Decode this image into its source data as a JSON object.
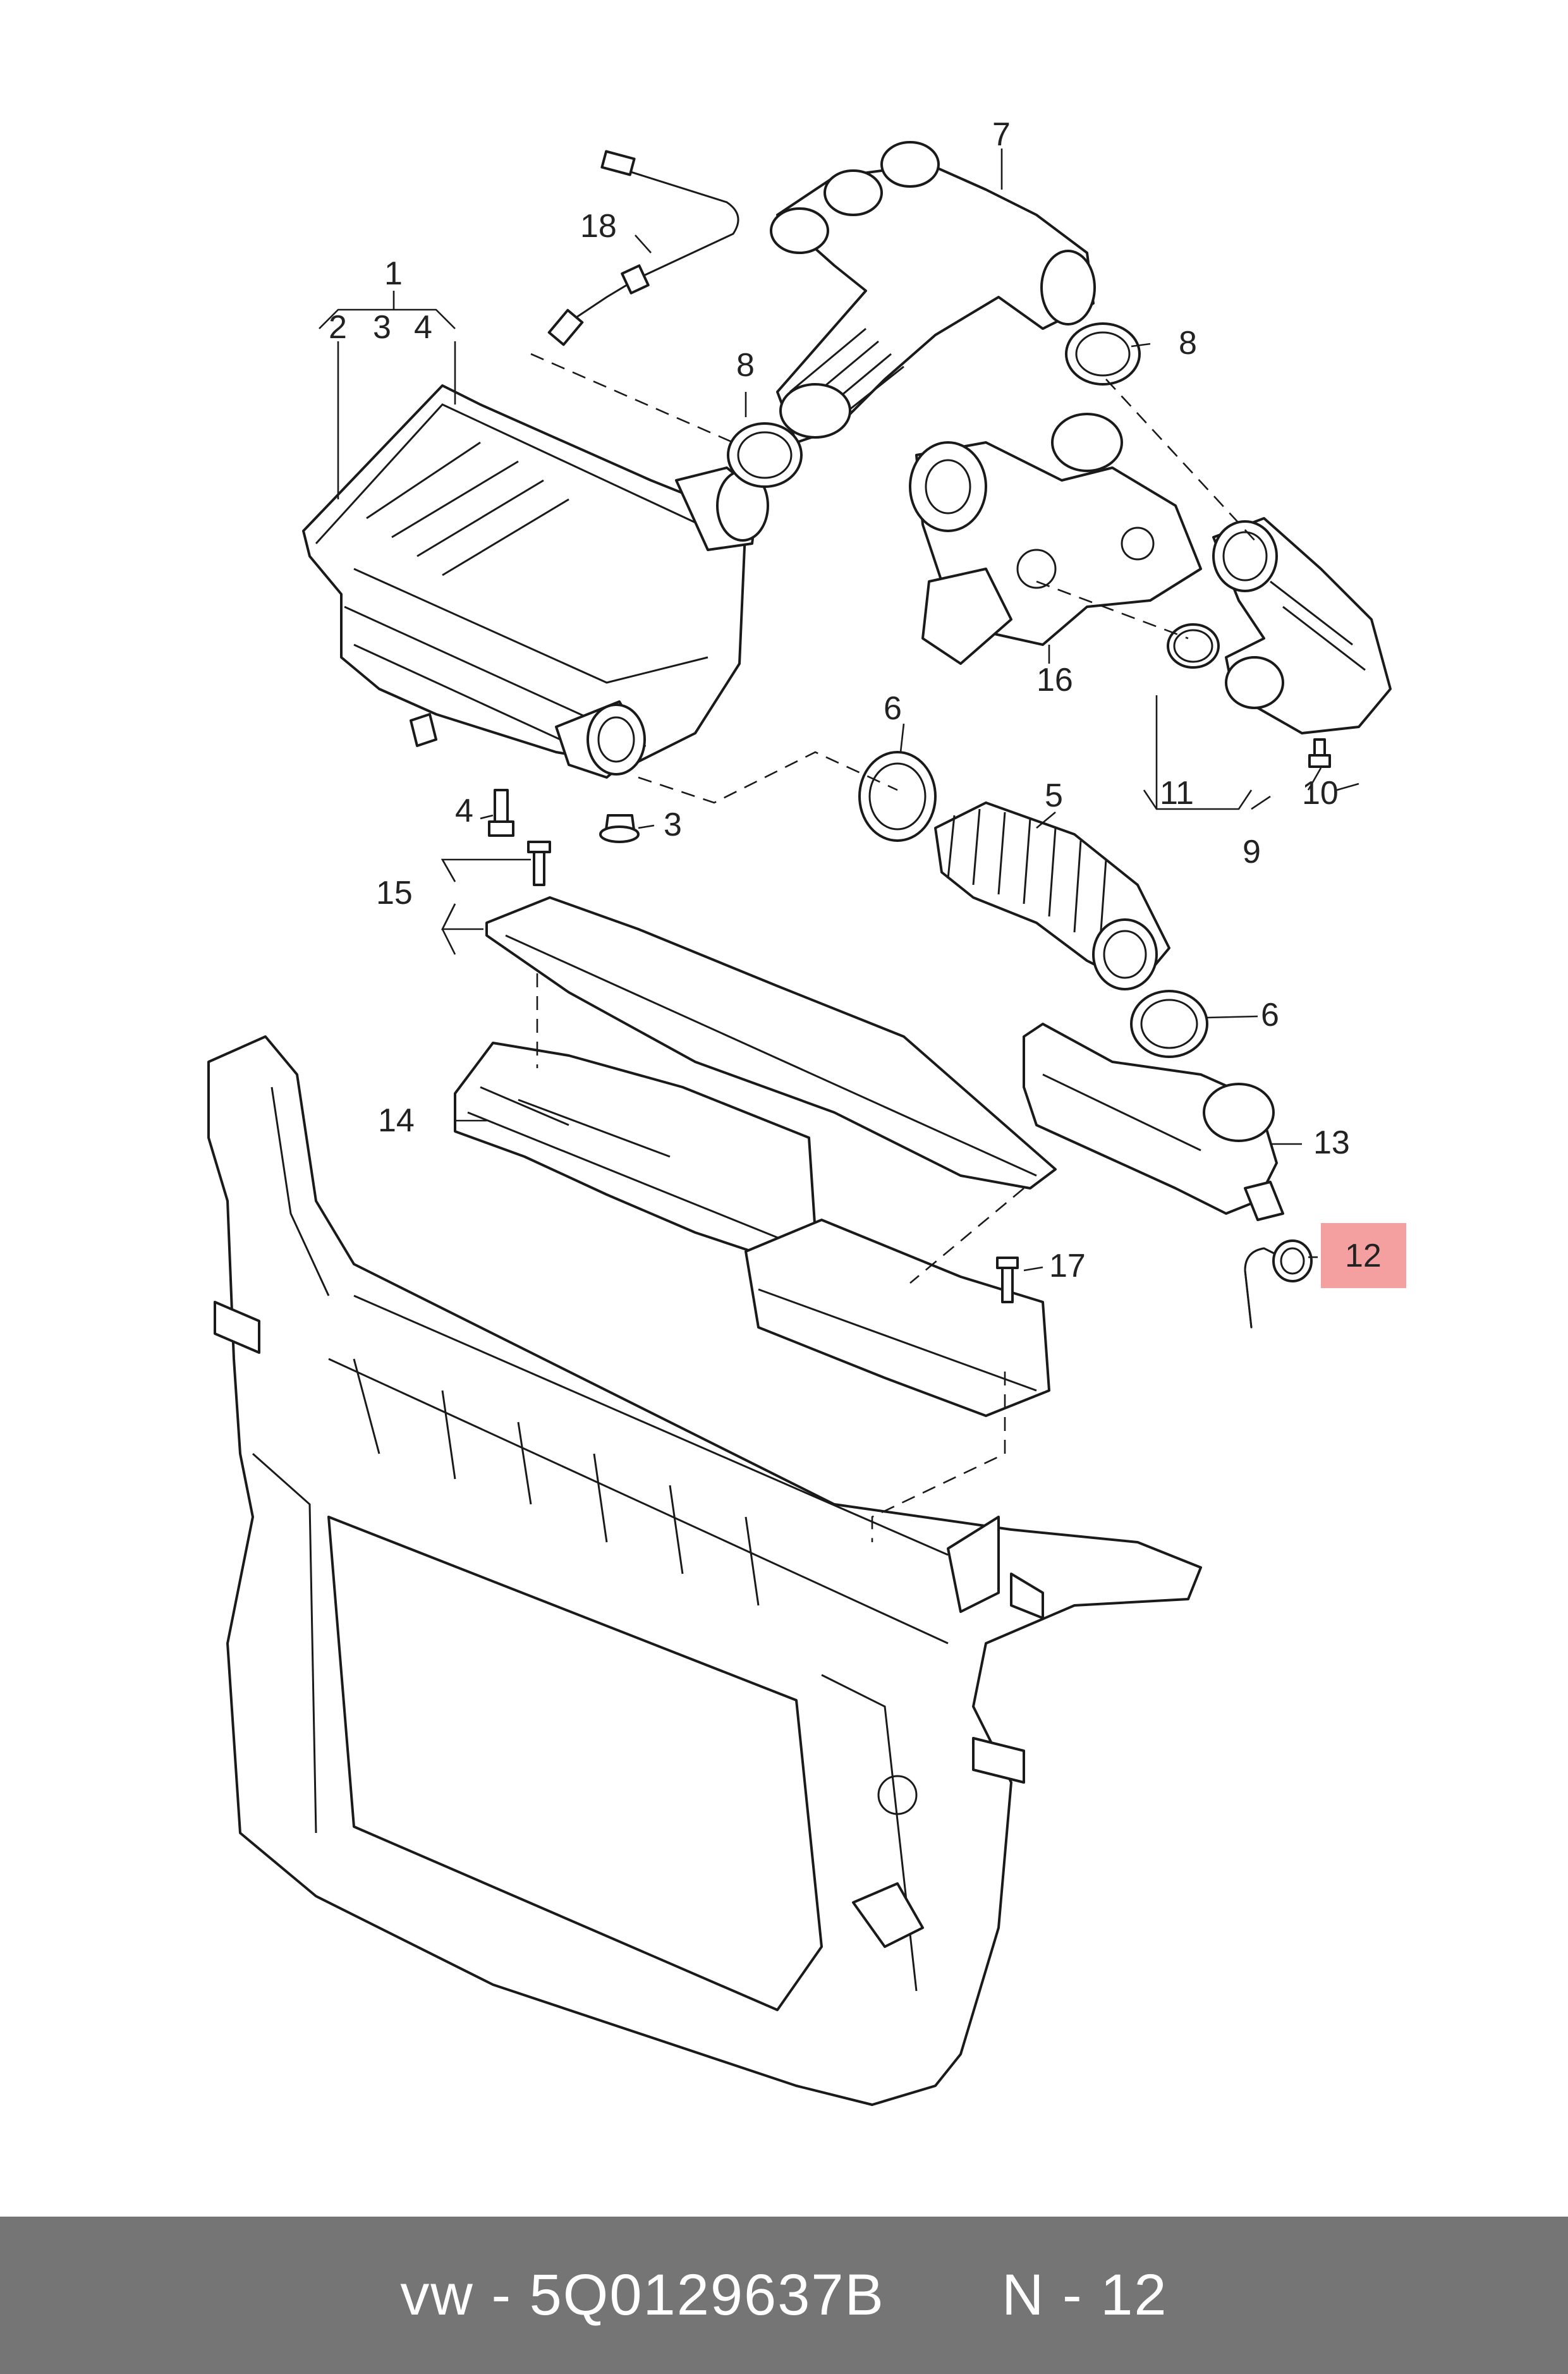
{
  "callouts": {
    "c1": "1",
    "c2": "2",
    "c3a": "3",
    "c4a": "4",
    "c4b": "4",
    "c3b": "3",
    "c18": "18",
    "c7": "7",
    "c8a": "8",
    "c8b": "8",
    "c16": "16",
    "c11": "11",
    "c9": "9",
    "c10": "10",
    "c6a": "6",
    "c5": "5",
    "c6b": "6",
    "c13": "13",
    "c12": "12",
    "c15": "15",
    "c14": "14",
    "c17": "17"
  },
  "highlight": {
    "callout": "12",
    "color": "#f4a0a0"
  },
  "footer": {
    "brand": "vw",
    "dash": "-",
    "part_number": "5Q0129637B",
    "position_ref": "N - 12",
    "background": "#757575"
  }
}
